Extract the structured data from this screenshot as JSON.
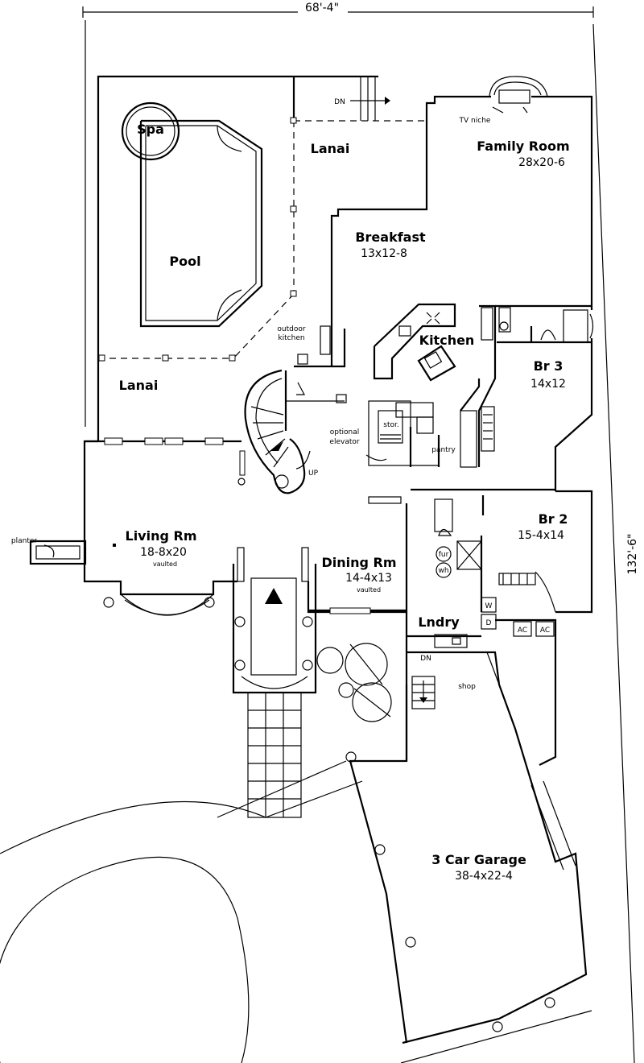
{
  "dimensions": {
    "width_overall": "68'-4\"",
    "depth_overall": "132'-6\""
  },
  "rooms": {
    "spa": {
      "name": "Spa"
    },
    "pool": {
      "name": "Pool"
    },
    "lanai_upper": {
      "name": "Lanai"
    },
    "lanai_left": {
      "name": "Lanai"
    },
    "family_room": {
      "name": "Family Room",
      "size": "28x20-6"
    },
    "breakfast": {
      "name": "Breakfast",
      "size": "13x12-8"
    },
    "kitchen": {
      "name": "Kitchen"
    },
    "br3": {
      "name": "Br 3",
      "size": "14x12"
    },
    "br2": {
      "name": "Br 2",
      "size": "15-4x14"
    },
    "living": {
      "name": "Living Rm",
      "size": "18-8x20",
      "note": "vaulted"
    },
    "dining": {
      "name": "Dining Rm",
      "size": "14-4x13",
      "note": "vaulted"
    },
    "laundry": {
      "name": "Lndry"
    },
    "garage": {
      "name": "3 Car Garage",
      "size": "38-4x22-4"
    }
  },
  "annotations": {
    "dn_top": "DN",
    "tv_niche": "TV niche",
    "outdoor_kitchen_1": "outdoor",
    "outdoor_kitchen_2": "kitchen",
    "optional_1": "optional",
    "optional_2": "elevator",
    "stor": "stor.",
    "pantry": "pantry",
    "up": "UP",
    "planter": "planter",
    "fur": "fur",
    "wh": "wh",
    "w": "W",
    "d": "D",
    "ac1": "AC",
    "ac2": "AC",
    "dn_garage": "DN",
    "shop": "shop"
  }
}
